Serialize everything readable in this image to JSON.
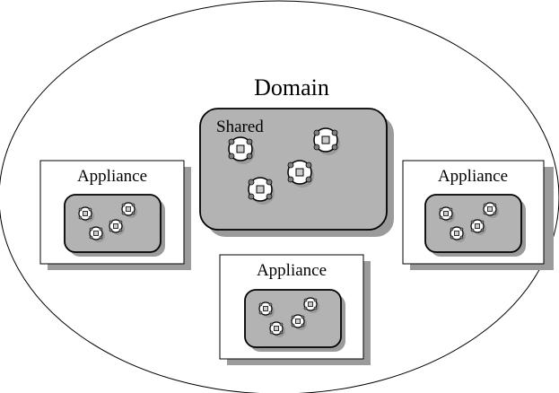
{
  "domain": {
    "title": "Domain"
  },
  "shared": {
    "label": "Shared"
  },
  "appliances": [
    {
      "label": "Appliance"
    },
    {
      "label": "Appliance"
    },
    {
      "label": "Appliance"
    }
  ],
  "colors": {
    "background": "#ffffff",
    "stroke": "#000000",
    "pool_fill": "#b3b3b3",
    "shadow": "#9b9b9b",
    "node_fill": "#ffffff",
    "connector_fill": "#808080"
  }
}
